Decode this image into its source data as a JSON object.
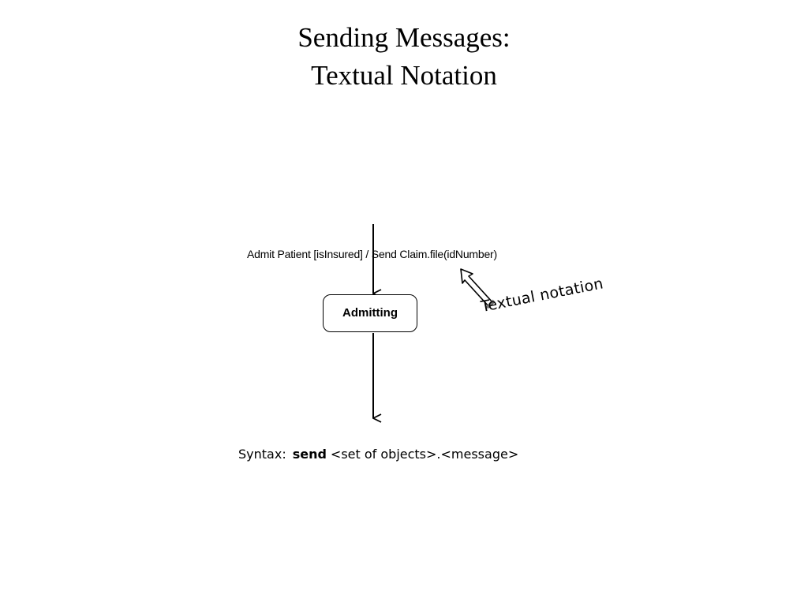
{
  "slide": {
    "title_line1": "Sending Messages:",
    "title_line2": "Textual Notation"
  },
  "diagram": {
    "transition_label": "Admit Patient [isInsured] / Send Claim.file(idNumber)",
    "state_name": "Admitting",
    "annotation": "Textual notation",
    "syntax_prefix": "Syntax:",
    "syntax_keyword": "send",
    "syntax_rest": "<set of objects>.<message>"
  }
}
